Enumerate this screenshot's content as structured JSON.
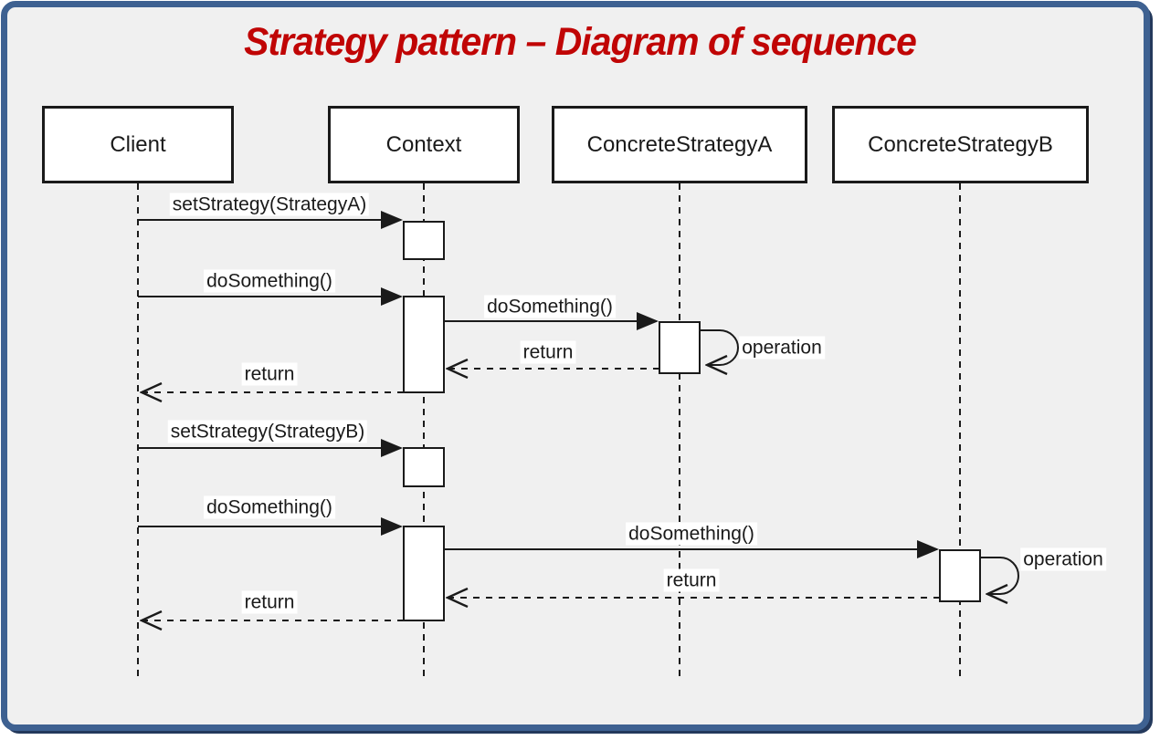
{
  "title": "Strategy pattern – Diagram of sequence",
  "colors": {
    "frame": "#3e6191",
    "frame_shadow": "#24395c",
    "background": "#f0f0f0",
    "title_text": "#c00505",
    "line": "#1a1a1a",
    "box_fill": "#ffffff"
  },
  "participants": [
    {
      "label": "Client"
    },
    {
      "label": "Context"
    },
    {
      "label": "ConcreteStrategyA"
    },
    {
      "label": "ConcreteStrategyB"
    }
  ],
  "messages": [
    {
      "label": "setStrategy(StrategyA)",
      "from": "Client",
      "to": "Context",
      "kind": "sync"
    },
    {
      "label": "doSomething()",
      "from": "Client",
      "to": "Context",
      "kind": "sync"
    },
    {
      "label": "doSomething()",
      "from": "Context",
      "to": "ConcreteStrategyA",
      "kind": "sync"
    },
    {
      "label": "operation",
      "from": "ConcreteStrategyA",
      "to": "ConcreteStrategyA",
      "kind": "self"
    },
    {
      "label": "return",
      "from": "ConcreteStrategyA",
      "to": "Context",
      "kind": "return"
    },
    {
      "label": "return",
      "from": "Context",
      "to": "Client",
      "kind": "return"
    },
    {
      "label": "setStrategy(StrategyB)",
      "from": "Client",
      "to": "Context",
      "kind": "sync"
    },
    {
      "label": "doSomething()",
      "from": "Client",
      "to": "Context",
      "kind": "sync"
    },
    {
      "label": "doSomething()",
      "from": "Context",
      "to": "ConcreteStrategyB",
      "kind": "sync"
    },
    {
      "label": "operation",
      "from": "ConcreteStrategyB",
      "to": "ConcreteStrategyB",
      "kind": "self"
    },
    {
      "label": "return",
      "from": "ConcreteStrategyB",
      "to": "Context",
      "kind": "return"
    },
    {
      "label": "return",
      "from": "Context",
      "to": "Client",
      "kind": "return"
    }
  ]
}
